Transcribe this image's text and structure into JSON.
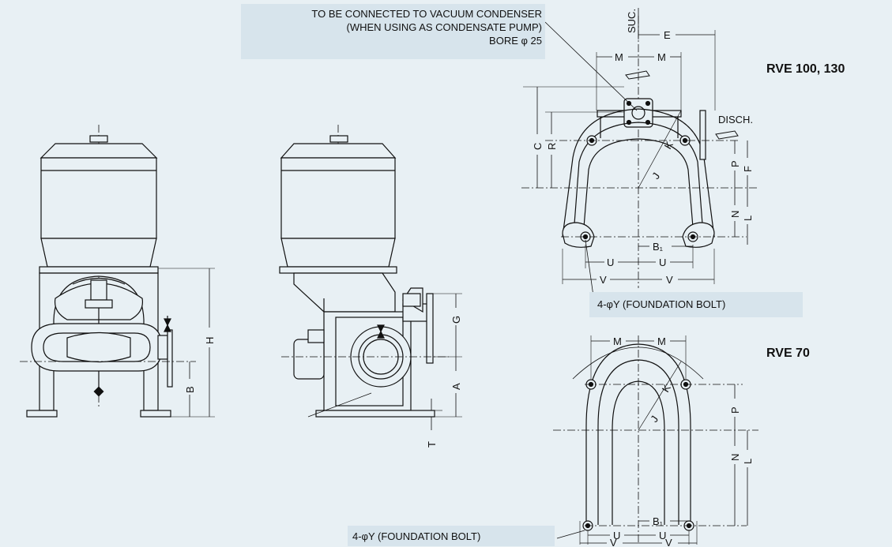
{
  "colors": {
    "background": "#e8f0f4",
    "label_box": "#d7e4ec",
    "line": "#111111"
  },
  "notes": {
    "condenser_line1": "TO BE CONNECTED TO VACUUM CONDENSER",
    "condenser_line2": "(WHEN USING AS CONDENSATE PUMP)",
    "condenser_line3": "BORE φ 25",
    "foundation_bolt_top": "4-φY (FOUNDATION BOLT)",
    "foundation_bolt_bottom": "4-φY (FOUNDATION BOLT)"
  },
  "models": {
    "top": "RVE 100, 130",
    "bottom": "RVE 70"
  },
  "dims": {
    "suc": "SUC.",
    "disch": "DISCH.",
    "E": "E",
    "M": "M",
    "C": "C",
    "R": "R",
    "K": "K",
    "J": "J",
    "P": "P",
    "F": "F",
    "N": "N",
    "L": "L",
    "B1": "B₁",
    "U": "U",
    "V": "V",
    "H": "H",
    "B": "B",
    "G": "G",
    "A": "A",
    "T": "T"
  }
}
